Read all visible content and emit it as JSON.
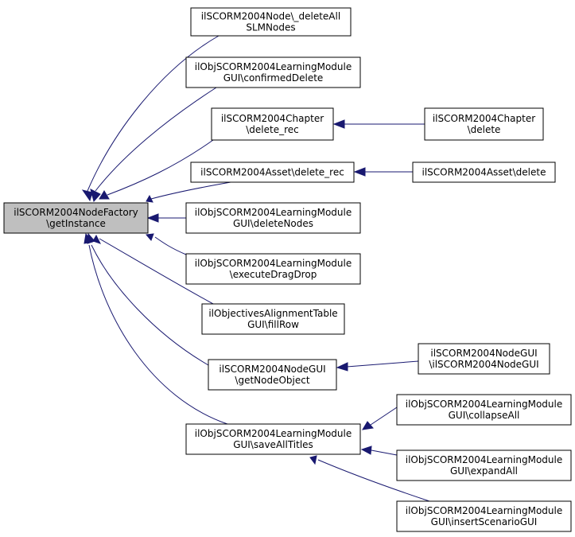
{
  "graph": {
    "nodes": [
      {
        "id": "root",
        "lines": [
          "ilSCORM2004NodeFactory",
          "\\getInstance"
        ],
        "highlighted": true
      },
      {
        "id": "n1",
        "lines": [
          "ilSCORM2004Node\\_deleteAll",
          "SLMNodes"
        ]
      },
      {
        "id": "n2",
        "lines": [
          "ilObjSCORM2004LearningModule",
          "GUI\\confirmedDelete"
        ]
      },
      {
        "id": "n3",
        "lines": [
          "ilSCORM2004Chapter",
          "\\delete_rec"
        ]
      },
      {
        "id": "n4",
        "lines": [
          "ilSCORM2004Chapter",
          "\\delete"
        ]
      },
      {
        "id": "n5",
        "lines": [
          "ilSCORM2004Asset\\delete_rec"
        ]
      },
      {
        "id": "n6",
        "lines": [
          "ilSCORM2004Asset\\delete"
        ]
      },
      {
        "id": "n7",
        "lines": [
          "ilObjSCORM2004LearningModule",
          "GUI\\deleteNodes"
        ]
      },
      {
        "id": "n8",
        "lines": [
          "ilObjSCORM2004LearningModule",
          "\\executeDragDrop"
        ]
      },
      {
        "id": "n9",
        "lines": [
          "ilObjectivesAlignmentTable",
          "GUI\\fillRow"
        ]
      },
      {
        "id": "n10",
        "lines": [
          "ilSCORM2004NodeGUI",
          "\\getNodeObject"
        ]
      },
      {
        "id": "n11",
        "lines": [
          "ilSCORM2004NodeGUI",
          "\\ilSCORM2004NodeGUI"
        ]
      },
      {
        "id": "n12",
        "lines": [
          "ilObjSCORM2004LearningModule",
          "GUI\\saveAllTitles"
        ]
      },
      {
        "id": "n13",
        "lines": [
          "ilObjSCORM2004LearningModule",
          "GUI\\collapseAll"
        ]
      },
      {
        "id": "n14",
        "lines": [
          "ilObjSCORM2004LearningModule",
          "GUI\\expandAll"
        ]
      },
      {
        "id": "n15",
        "lines": [
          "ilObjSCORM2004LearningModule",
          "GUI\\insertScenarioGUI"
        ]
      }
    ],
    "edges": [
      {
        "from": "n1",
        "to": "root"
      },
      {
        "from": "n2",
        "to": "root"
      },
      {
        "from": "n3",
        "to": "root"
      },
      {
        "from": "n5",
        "to": "root"
      },
      {
        "from": "n7",
        "to": "root"
      },
      {
        "from": "n8",
        "to": "root"
      },
      {
        "from": "n9",
        "to": "root"
      },
      {
        "from": "n10",
        "to": "root"
      },
      {
        "from": "n12",
        "to": "root"
      },
      {
        "from": "n4",
        "to": "n3"
      },
      {
        "from": "n6",
        "to": "n5"
      },
      {
        "from": "n11",
        "to": "n10"
      },
      {
        "from": "n13",
        "to": "n12"
      },
      {
        "from": "n14",
        "to": "n12"
      },
      {
        "from": "n15",
        "to": "n12"
      }
    ],
    "colors": {
      "edge": "#191970",
      "root_fill": "#bfbfbf",
      "node_fill": "#ffffff",
      "border": "#000000"
    }
  }
}
